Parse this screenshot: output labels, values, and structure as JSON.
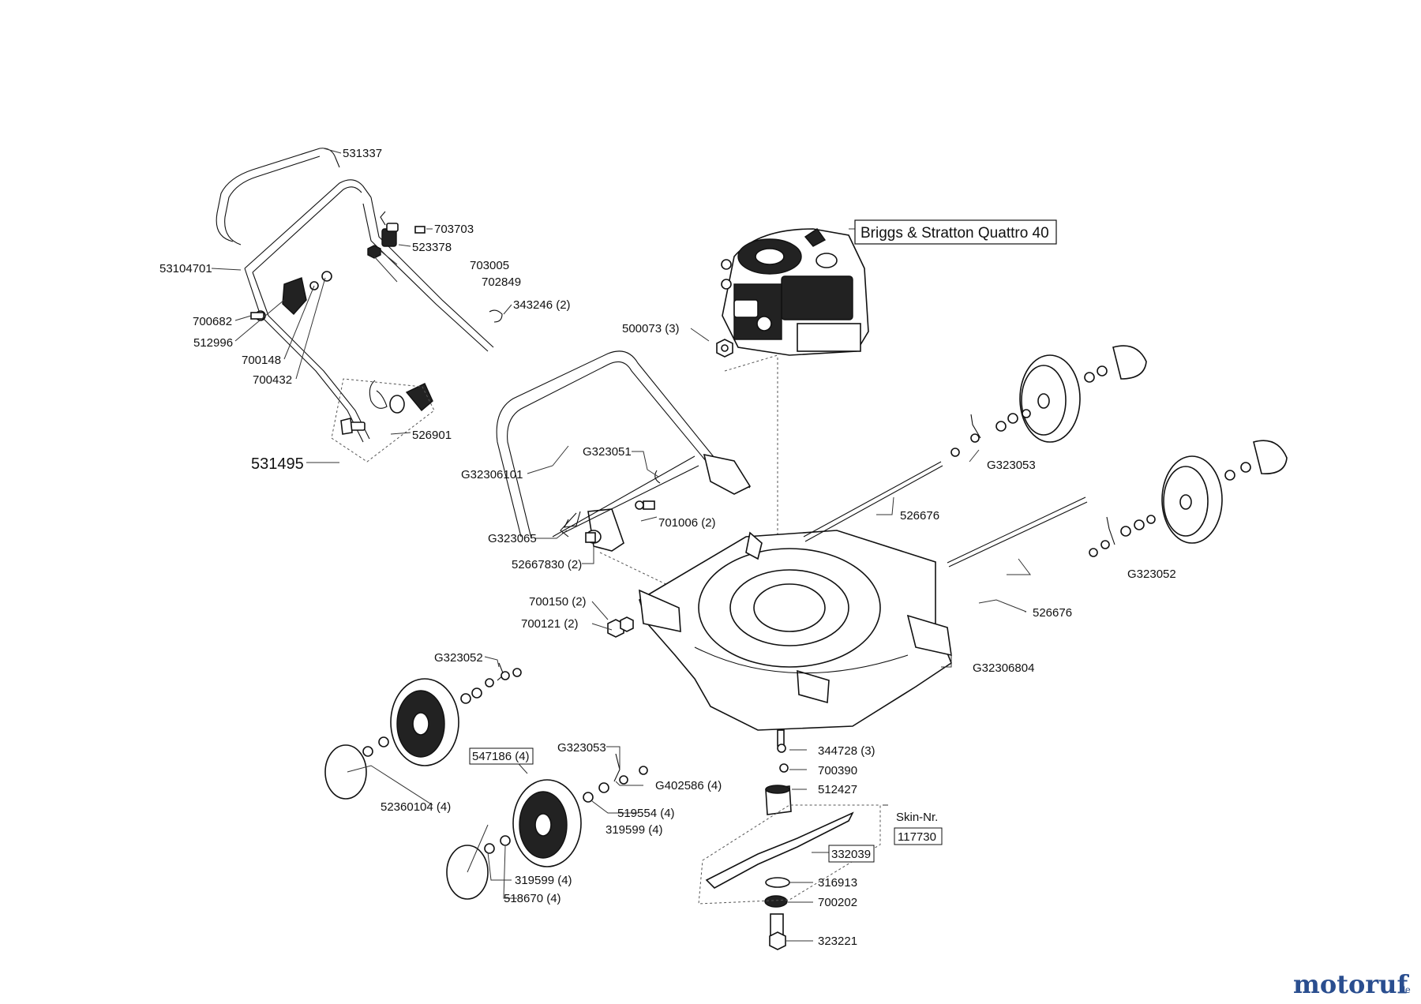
{
  "labels": {
    "handle_upper": "531337",
    "bolt_703703": "703703",
    "p523378": "523378",
    "p703005": "703005",
    "p702849": "702849",
    "handle_lower": "53104701",
    "clip_343246": "343246 (2)",
    "p700682": "700682",
    "p512996": "512996",
    "p700148": "700148",
    "p700432": "700432",
    "p526901": "526901",
    "kit_531495": "531495",
    "engine": "Briggs & Stratton Quattro 40",
    "nut_500073": "500073 (3)",
    "g323051": "G323051",
    "g32306101": "G32306101",
    "g323065": "G323065",
    "p701006": "701006 (2)",
    "p52667830": "52667830 (2)",
    "g323053_rear": "G323053",
    "axle_upper": "526676",
    "axle_lower": "526676",
    "g323052_rear": "G323052",
    "p700150": "700150 (2)",
    "p700121": "700121 (2)",
    "g323052_front": "G323052",
    "deck": "G32306804",
    "wheel_547186": "547186 (4)",
    "g323053_front": "G323053",
    "g402586": "G402586 (4)",
    "p519554": "519554 (4)",
    "p319599_a": "319599 (4)",
    "cap_52360104": "52360104 (4)",
    "p319599_b": "319599 (4)",
    "p518670": "518670 (4)",
    "p344728": "344728 (3)",
    "p700390": "700390",
    "p512427": "512427",
    "skin_label": "Skin-Nr.",
    "skin_no": "117730",
    "blade_332039": "332039",
    "p316913": "316913",
    "p700202": "700202",
    "p323221": "323221"
  },
  "watermark": {
    "main": "motoruf",
    "suffix": ".de"
  },
  "colors": {
    "logo_blue": "#2a4e8f",
    "logo_red": "#c0282d",
    "logo_green": "#3f8f3a"
  }
}
